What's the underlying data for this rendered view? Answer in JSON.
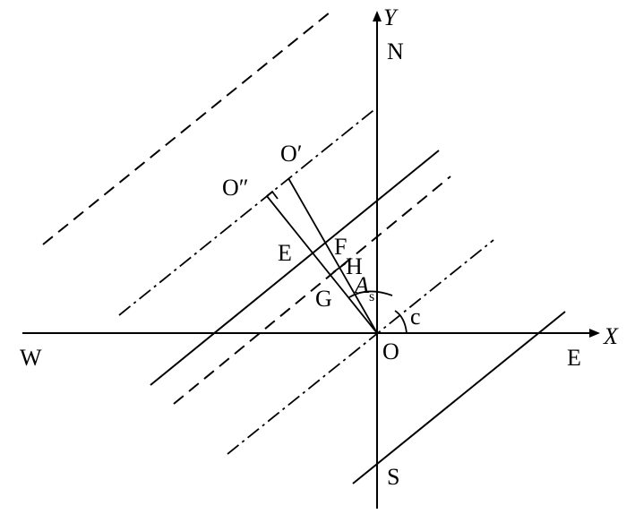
{
  "labels": {
    "axis_y": "Y",
    "axis_x": "X",
    "north": "N",
    "south": "S",
    "west": "W",
    "east": "E",
    "origin": "O",
    "o_prime": "O′",
    "o_double_prime": "O″",
    "point_e": "E",
    "point_f": "F",
    "point_g": "G",
    "point_h": "H",
    "angle_a": "A",
    "angle_a_sub": "s",
    "angle_c": "c"
  },
  "colors": {
    "stroke": "#000000",
    "background": "#ffffff"
  },
  "line_styles": [
    "solid",
    "dashed",
    "dash-dot"
  ]
}
